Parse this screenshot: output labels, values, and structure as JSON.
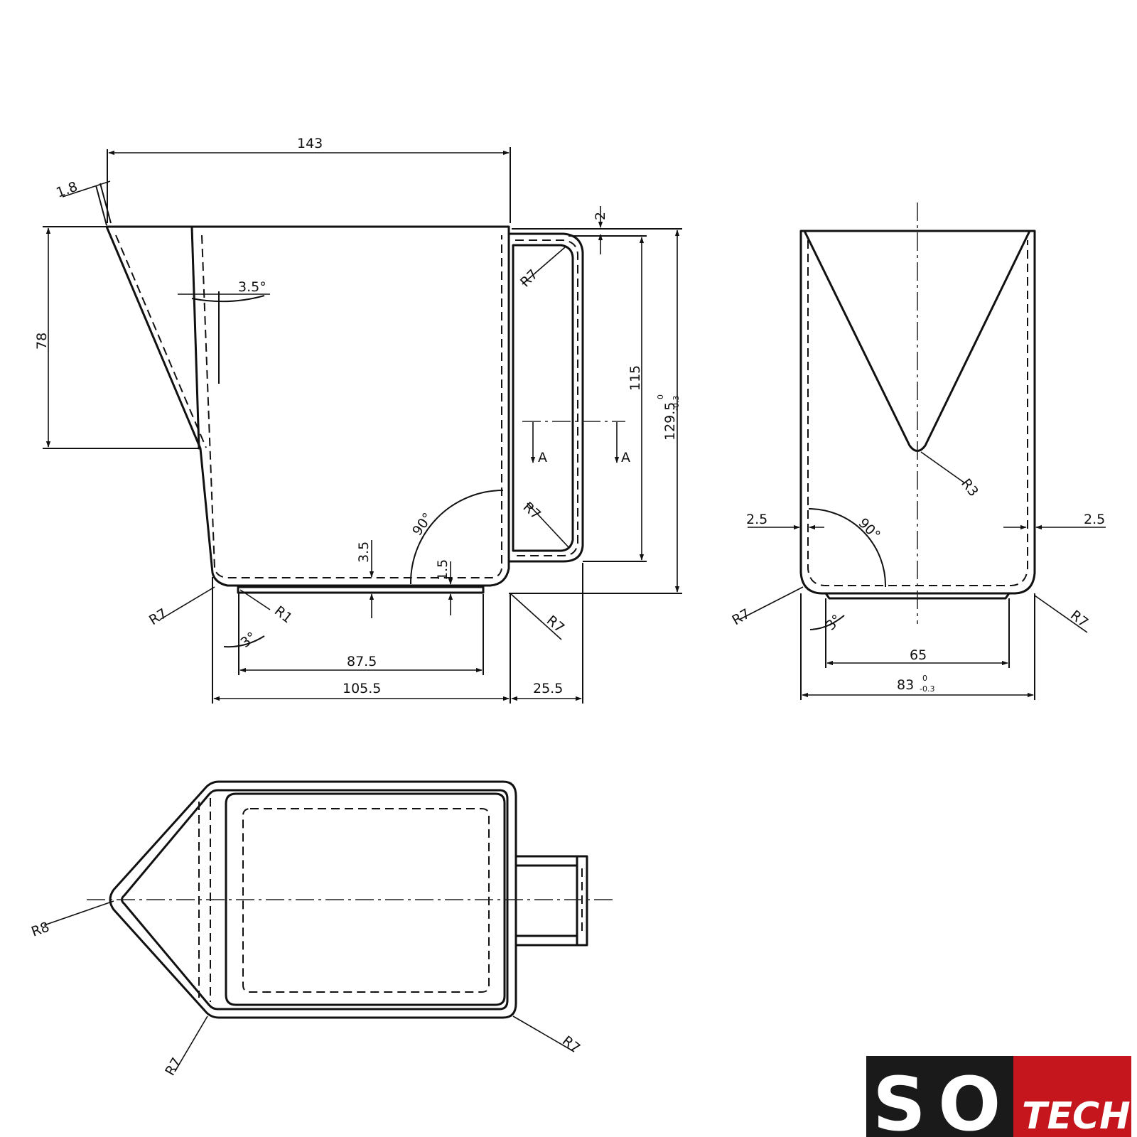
{
  "dimensions": {
    "width_143": "143",
    "thickness_1_8": "1.8",
    "handle_2": "2",
    "angle_3_5": "3.5°",
    "height_78": "78",
    "height_115": "115",
    "height_129_5": "129.5",
    "tol_129_5_upper": "0",
    "tol_129_5_lower": "-0.3",
    "arrow_a_left": "A",
    "arrow_a_right": "A",
    "r7_handle_top": "R7",
    "r7_handle_bottom": "R7",
    "angle_90_front": "90°",
    "dim_3_5": "3.5",
    "dim_1_5": "1.5",
    "r7_front_left": "R7",
    "r1_front": "R1",
    "angle_3_front": "3°",
    "r7_front_right": "R7",
    "base_87_5": "87.5",
    "base_105_5": "105.5",
    "handle_25_5": "25.5",
    "r3_side": "R3",
    "wall_2_5_left": "2.5",
    "wall_2_5_right": "2.5",
    "angle_90_side": "90°",
    "r7_side_left": "R7",
    "r7_side_right": "R7",
    "angle_3_side": "3°",
    "base_65": "65",
    "width_83": "83",
    "tol_83_upper": "0",
    "tol_83_lower": "-0.3",
    "r8_top": "R8",
    "r7_top_left": "R7",
    "r7_top_right": "R7"
  },
  "logo": {
    "part1": "S",
    "part2": "O",
    "part3": "TECH",
    "registered": "®",
    "colors": {
      "dark": "#1a1a1a",
      "red": "#c4161c"
    }
  }
}
